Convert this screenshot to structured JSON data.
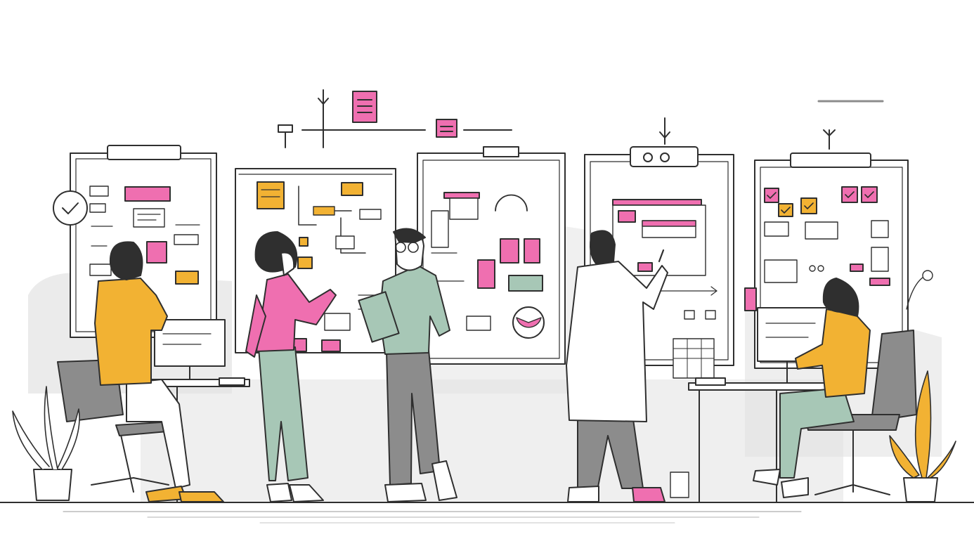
{
  "illustration": {
    "subject": "team-planning-workspace",
    "colors": {
      "ink": "#2f2f2f",
      "paper": "#ffffff",
      "accent_pink": "#ef6fb0",
      "accent_yellow": "#f2b233",
      "sage": "#a7c7b6",
      "shadow_gray": "#dcdcdc",
      "mid_gray": "#8c8c8c"
    },
    "boards": [
      {
        "id": "board-1",
        "icon": "checkmark-circle-icon"
      },
      {
        "id": "board-2",
        "icon": "flowchart"
      },
      {
        "id": "board-3",
        "icon": "pie-chart"
      },
      {
        "id": "board-4",
        "icon": "form-window"
      },
      {
        "id": "board-5",
        "icon": "checklist"
      }
    ],
    "people": [
      {
        "id": "person-seated-left",
        "shirt": "accent_yellow"
      },
      {
        "id": "person-pink-shirt",
        "shirt": "accent_pink"
      },
      {
        "id": "person-with-glasses",
        "shirt": "sage"
      },
      {
        "id": "person-lab-coat",
        "shirt": "paper"
      },
      {
        "id": "person-seated-right",
        "shirt": "accent_yellow"
      }
    ]
  }
}
